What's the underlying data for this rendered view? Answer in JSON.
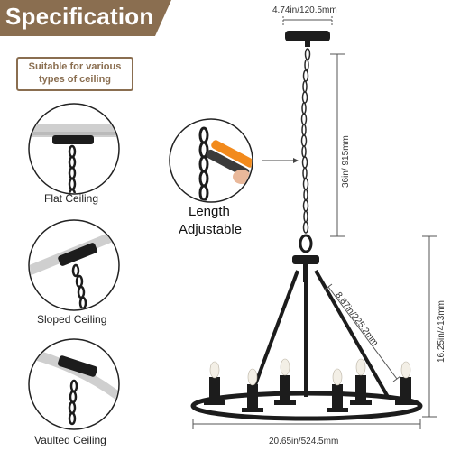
{
  "banner": {
    "title": "Specification",
    "color": "#8a6e50"
  },
  "tag": {
    "line1": "Suitable for various",
    "line2": "types of ceiling"
  },
  "ceilings": [
    {
      "label": "Flat Ceiling"
    },
    {
      "label": "Sloped Ceiling"
    },
    {
      "label": "Vaulted Ceiling"
    }
  ],
  "chain_detail": {
    "line1": "Length",
    "line2": "Adjustable",
    "tool_color": "#f28a1c"
  },
  "dimensions": {
    "canopy": "4.74in/120.5mm",
    "chain": "36in/ 915mm",
    "arm": "8.87in/225.2mm",
    "height": "16.25in/413mm",
    "width": "20.65in/524.5mm"
  },
  "colors": {
    "fixture": "#1c1c1c",
    "bulb": "#f3efe6",
    "dim_line": "#555555"
  }
}
